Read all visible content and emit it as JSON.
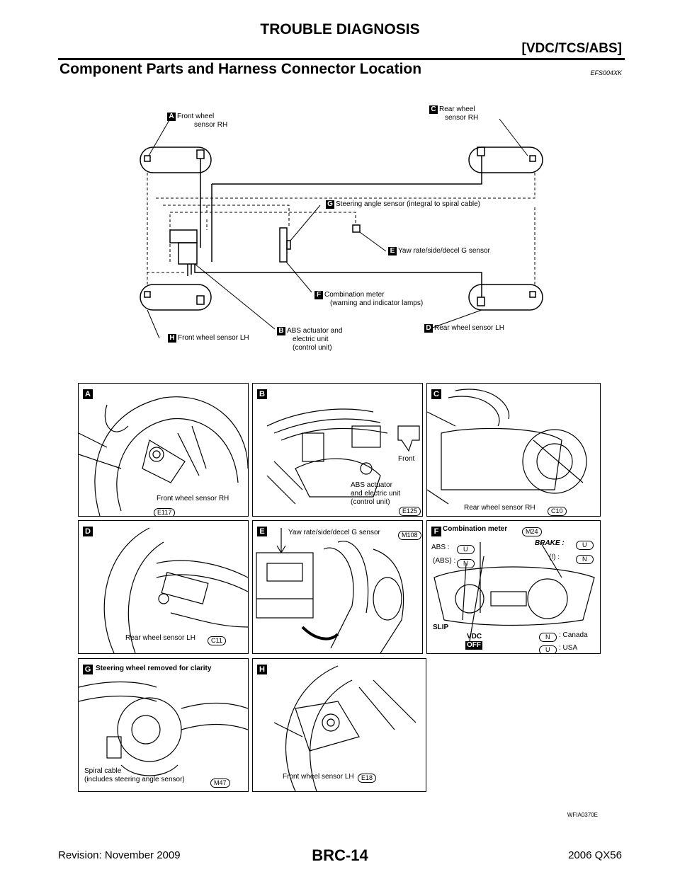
{
  "header": {
    "title": "TROUBLE DIAGNOSIS",
    "subtitle": "[VDC/TCS/ABS]"
  },
  "section": {
    "title": "Component Parts and Harness Connector Location",
    "code": "EFS004XK"
  },
  "diagram": {
    "A": {
      "badge": "A",
      "line1": "Front wheel",
      "line2": "sensor RH"
    },
    "C": {
      "badge": "C",
      "line1": "Rear wheel",
      "line2": "sensor RH"
    },
    "G": {
      "badge": "G",
      "text": "Steering angle sensor (integral to spiral cable)"
    },
    "E": {
      "badge": "E",
      "text": "Yaw rate/side/decel G sensor"
    },
    "F": {
      "badge": "F",
      "line1": "Combination meter",
      "line2": "(warning and indicator lamps)"
    },
    "H": {
      "badge": "H",
      "text": "Front wheel sensor LH"
    },
    "B": {
      "badge": "B",
      "line1": "ABS actuator and",
      "line2": "electric unit",
      "line3": "(control unit)"
    },
    "D": {
      "badge": "D",
      "text": "Rear wheel sensor LH"
    }
  },
  "panels": {
    "A": {
      "badge": "A",
      "label": "Front wheel sensor RH",
      "connector": "E117"
    },
    "B": {
      "badge": "B",
      "front": "Front",
      "line1": "ABS actuator",
      "line2": "and electric unit",
      "line3": "(control unit)",
      "connector": "E125"
    },
    "C": {
      "badge": "C",
      "label": "Rear wheel sensor RH",
      "connector": "C10"
    },
    "D": {
      "badge": "D",
      "label": "Rear wheel sensor LH",
      "connector": "C11"
    },
    "E": {
      "badge": "E",
      "label": "Yaw rate/side/decel G sensor",
      "connector": "M108"
    },
    "F": {
      "badge": "F",
      "label": "Combination meter",
      "connector": "M24",
      "abs": "ABS :",
      "abs_val": "U",
      "abs_icon_val": "N",
      "brake": "BRAKE :",
      "brake_val": "U",
      "brake_icon_val": "N",
      "slip": "SLIP",
      "vdc": "VDC",
      "off": "OFF",
      "legend_n": "N",
      "canada": ": Canada",
      "legend_u": "U",
      "usa": ": USA"
    },
    "G": {
      "badge": "G",
      "title": "Steering wheel removed for clarity",
      "line1": "Spiral cable",
      "line2": "(includes steering angle sensor)",
      "connector": "M47"
    },
    "H": {
      "badge": "H",
      "label": "Front wheel sensor LH",
      "connector": "E18"
    }
  },
  "figure_code": "WFIA0370E",
  "footer": {
    "left": "Revision: November 2009",
    "center": "BRC-14",
    "right": "2006 QX56"
  }
}
